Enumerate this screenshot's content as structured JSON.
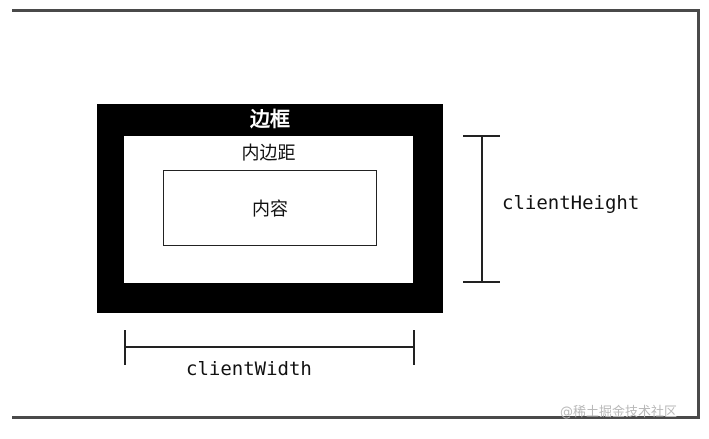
{
  "diagram": {
    "border_label": "边框",
    "padding_label": "内边距",
    "content_label": "内容",
    "client_height_label": "clientHeight",
    "client_width_label": "clientWidth"
  },
  "watermark": {
    "text": "@稀土掘金技术社区"
  },
  "colors": {
    "border_fill": "#000000",
    "frame_line": "#4a4a4a",
    "text": "#111111"
  }
}
